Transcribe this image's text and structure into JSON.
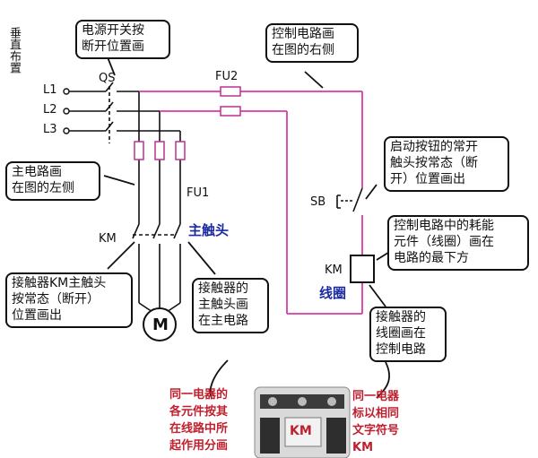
{
  "diagram": {
    "side_label": "垂直布置",
    "phases": [
      "L1",
      "L2",
      "L3"
    ],
    "labels": {
      "qs": "QS",
      "fu2": "FU2",
      "fu1": "FU1",
      "km_main": "KM",
      "main_contact": "主触头",
      "sb": "SB",
      "km_coil": "KM",
      "coil": "线圈",
      "motor": "M",
      "contactor_photo": "KM"
    },
    "callouts": {
      "power_switch": "电源开关按\n断开位置画",
      "control_right": "控制电路画\n在图的右侧",
      "main_left": "主电路画\n在图的左侧",
      "start_button": "启动按钮的常开\n触头按常态（断\n开）位置画出",
      "coil_bottom": "控制电路中的耗能\n元件（线圈）画在\n电路的最下方",
      "km_contact": "接触器KM主触头\n按常态（断开）\n位置画出",
      "main_in_main": "接触器的\n主触头画\n在主电路",
      "coil_in_control": "接触器的\n线圈画在\n控制电路",
      "same_device_left": "同一电器的\n各元件按其\n在线路中所\n起作用分画",
      "same_device_right": "同一电器\n标以相同\n文字符号\nKM"
    },
    "colors": {
      "control_wire": "#d63ca6",
      "main_wire": "#111111",
      "callout_red": "#c0202e",
      "label_blue": "#1a2aa0"
    }
  }
}
